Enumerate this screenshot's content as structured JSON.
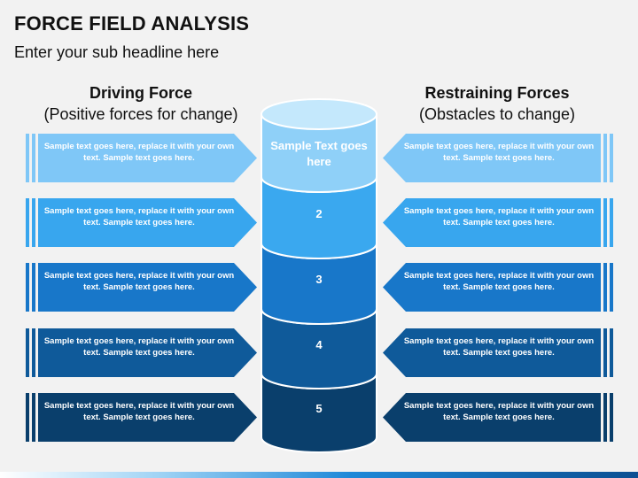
{
  "header": {
    "title": "FORCE FIELD ANALYSIS",
    "subtitle": "Enter your sub headline here"
  },
  "left_column": {
    "heading": "Driving Force",
    "subheading": "(Positive forces for change)",
    "items": [
      {
        "text": "Sample text goes here, replace it with your own text. Sample text goes here.",
        "color": "#7fc7f7"
      },
      {
        "text": "Sample text goes here, replace it with your own text. Sample text goes here.",
        "color": "#38a6ee"
      },
      {
        "text": "Sample text goes here, replace it with your own text. Sample text goes here.",
        "color": "#1877c9"
      },
      {
        "text": "Sample text goes here, replace it with your own text. Sample text goes here.",
        "color": "#0f5a9a"
      },
      {
        "text": "Sample text goes here, replace it with your own text. Sample text goes here.",
        "color": "#0a3f6c"
      }
    ]
  },
  "right_column": {
    "heading": "Restraining Forces",
    "subheading": "(Obstacles to change)",
    "items": [
      {
        "text": "Sample text goes here, replace it with your own text. Sample text goes here.",
        "color": "#7fc7f7"
      },
      {
        "text": "Sample text goes here, replace it with your own text. Sample text goes here.",
        "color": "#38a6ee"
      },
      {
        "text": "Sample text goes here, replace it with your own text. Sample text goes here.",
        "color": "#1877c9"
      },
      {
        "text": "Sample text goes here, replace it with your own text. Sample text goes here.",
        "color": "#0f5a9a"
      },
      {
        "text": "Sample text goes here, replace it with your own text. Sample text goes here.",
        "color": "#0a3f6c"
      }
    ]
  },
  "cylinder": {
    "segments": [
      {
        "label": "Sample Text goes here",
        "color": "#8fd0f8",
        "top_color": "#c4e8fc"
      },
      {
        "label": "2",
        "color": "#3aa8ef",
        "top_color": "#7fc7f7"
      },
      {
        "label": "3",
        "color": "#1877c9",
        "top_color": "#3aa0e6"
      },
      {
        "label": "4",
        "color": "#0f5a9a",
        "top_color": "#1c73bf"
      },
      {
        "label": "5",
        "color": "#0a3f6c",
        "top_color": "#135896"
      }
    ]
  }
}
